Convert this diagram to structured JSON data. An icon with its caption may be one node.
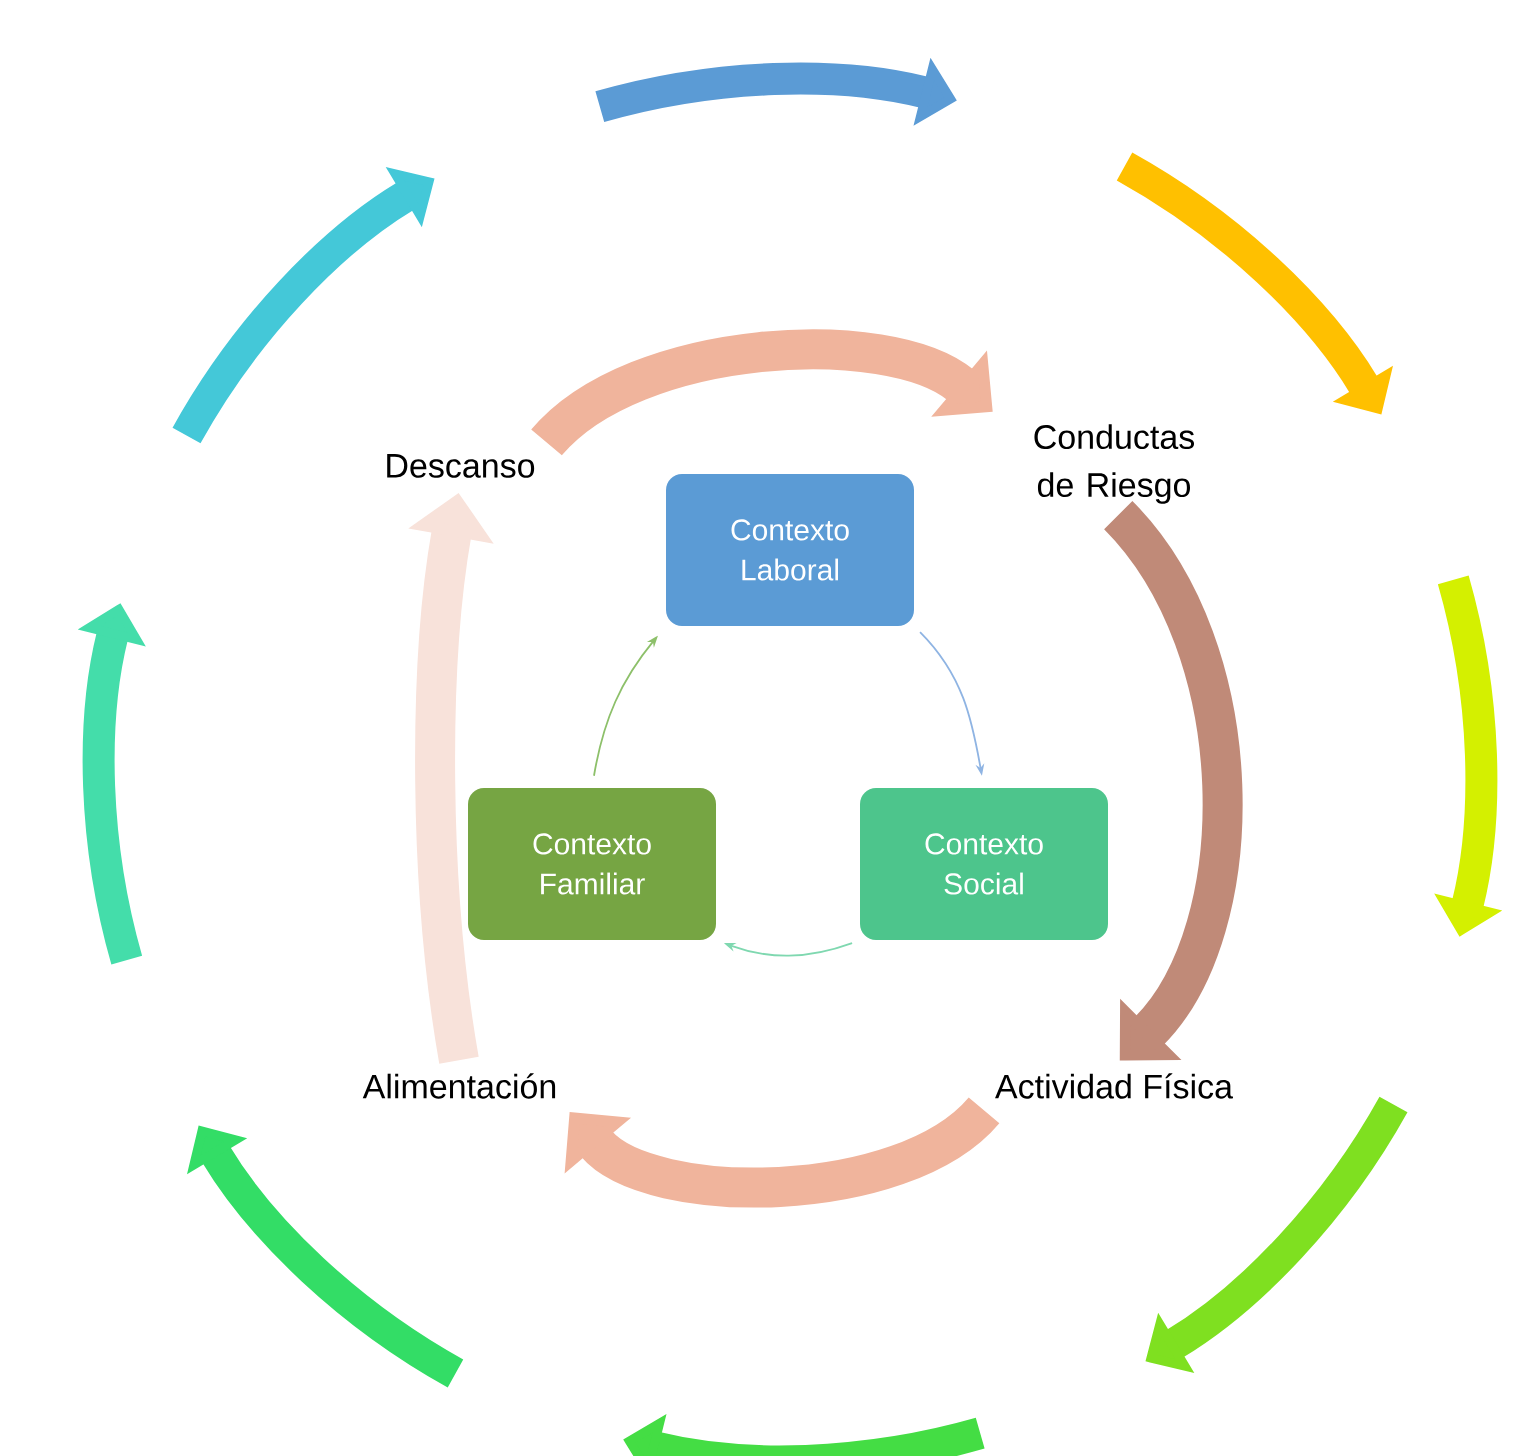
{
  "diagram": {
    "nodes": [
      {
        "text": [
          "Contexto Laboral"
        ]
      },
      {
        "text": [
          "Contexto Social"
        ]
      },
      {
        "text": [
          "Contexto Familiar"
        ]
      },
      {
        "text": [
          "Descanso"
        ]
      },
      {
        "text": [
          "Conductas de Riesgo"
        ]
      },
      {
        "text": [
          "Actividad Física"
        ]
      },
      {
        "text": [
          "Alimentación"
        ]
      }
    ],
    "edges": [
      {
        "from": 0,
        "to": 1,
        "arrow": "to",
        "color": "#8fb4e3"
      },
      {
        "from": 1,
        "to": 2,
        "arrow": "to",
        "color": "#7fd8b0"
      },
      {
        "from": 2,
        "to": 0,
        "arrow": "to",
        "color": "#8dc06a"
      },
      {
        "from": 3,
        "to": 4,
        "arrow": "to",
        "color": "#f0b49c"
      },
      {
        "from": 4,
        "to": 5,
        "arrow": "to",
        "color": "#c08a78"
      },
      {
        "from": 5,
        "to": 6,
        "arrow": "to",
        "color": "#f0b49c"
      },
      {
        "from": 6,
        "to": 3,
        "arrow": "to",
        "color": "#f8e2da"
      }
    ]
  }
}
